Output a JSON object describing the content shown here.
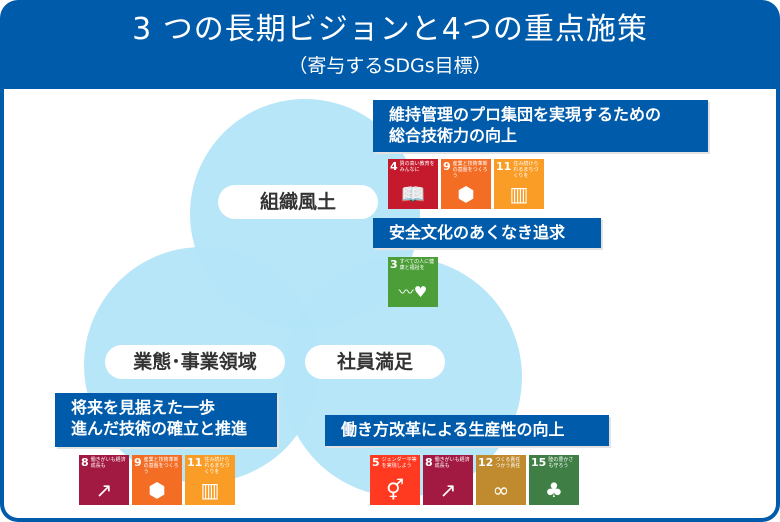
{
  "header": {
    "title": "3 つの長期ビジョンと4つの重点施策",
    "subtitle": "（寄与するSDGs目標）"
  },
  "colors": {
    "brand_blue": "#005bab",
    "circle": "#b3e5f8"
  },
  "visions": {
    "top": "組織風土",
    "left": "業態･事業領域",
    "right": "社員満足"
  },
  "measures": [
    {
      "label": "維持管理のプロ集団を実現するための総合技術力の向上",
      "line1": "維持管理のプロ集団を実現するための",
      "line2": "総合技術力の向上"
    },
    {
      "label": "安全文化のあくなき追求"
    },
    {
      "line1": "将来を見据えた一歩",
      "line2": "進んだ技術の確立と推進"
    },
    {
      "label": "働き方改革による生産性の向上"
    }
  ],
  "sdgs": {
    "g4": {
      "num": "4",
      "text": "質の高い教育をみんなに",
      "color": "#c5192d",
      "icon": "book-icon",
      "glyph": "📖"
    },
    "g9": {
      "num": "9",
      "text": "産業と技術革新の基盤をつくろう",
      "color": "#f36d25",
      "icon": "cubes-icon",
      "glyph": "⬢"
    },
    "g11": {
      "num": "11",
      "text": "住み続けられるまちづくりを",
      "color": "#f99d26",
      "icon": "city-icon",
      "glyph": "▥"
    },
    "g3": {
      "num": "3",
      "text": "すべての人に健康と福祉を",
      "color": "#4c9f38",
      "icon": "heartbeat-icon",
      "glyph": "〰♥"
    },
    "g8": {
      "num": "8",
      "text": "働きがいも経済成長も",
      "color": "#a21942",
      "icon": "growth-chart-icon",
      "glyph": "↗"
    },
    "g5": {
      "num": "5",
      "text": "ジェンダー平等を実現しよう",
      "color": "#ff3a21",
      "icon": "gender-equality-icon",
      "glyph": "⚥"
    },
    "g12": {
      "num": "12",
      "text": "つくる責任つかう責任",
      "color": "#bf8b2e",
      "icon": "infinity-icon",
      "glyph": "∞"
    },
    "g15": {
      "num": "15",
      "text": "陸の豊かさも守ろう",
      "color": "#3f7e44",
      "icon": "tree-icon",
      "glyph": "♣"
    }
  }
}
